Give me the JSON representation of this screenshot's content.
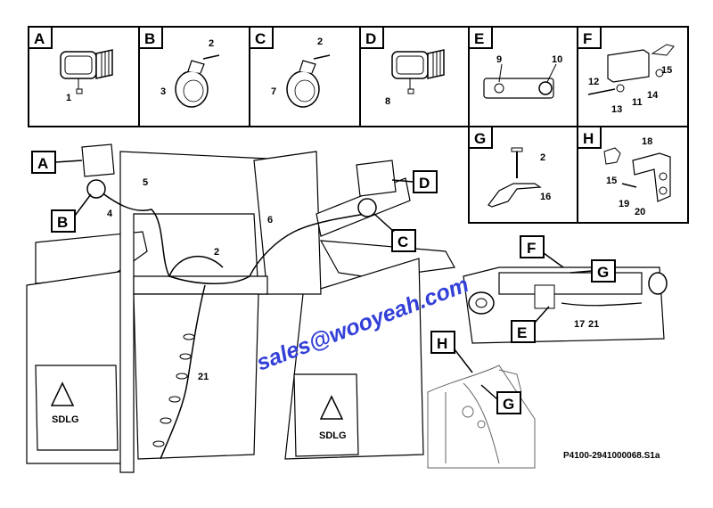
{
  "panels": [
    {
      "letter": "A",
      "callouts": [
        "1"
      ]
    },
    {
      "letter": "B",
      "callouts": [
        "2",
        "3"
      ]
    },
    {
      "letter": "C",
      "callouts": [
        "2",
        "7"
      ]
    },
    {
      "letter": "D",
      "callouts": [
        "8"
      ]
    },
    {
      "letter": "E",
      "callouts": [
        "9",
        "10"
      ]
    },
    {
      "letter": "F",
      "callouts": [
        "15",
        "12",
        "14",
        "11",
        "13"
      ]
    },
    {
      "letter": "G",
      "callouts": [
        "2",
        "16"
      ]
    },
    {
      "letter": "H",
      "callouts": [
        "18",
        "15",
        "19",
        "20"
      ]
    }
  ],
  "main_callouts": {
    "A": "A",
    "B": "B",
    "C": "C",
    "D": "D",
    "n4": "4",
    "n5": "5",
    "n6": "6",
    "n2": "2",
    "n21": "21"
  },
  "detail_callouts": {
    "F": "F",
    "G": "G",
    "E": "E",
    "n17": "17",
    "n21": "21",
    "H": "H",
    "G2": "G"
  },
  "watermark": "sales@wooyeah.com",
  "part_code": "P4100-2941000068.S1a",
  "brand_mark": "SDLG"
}
